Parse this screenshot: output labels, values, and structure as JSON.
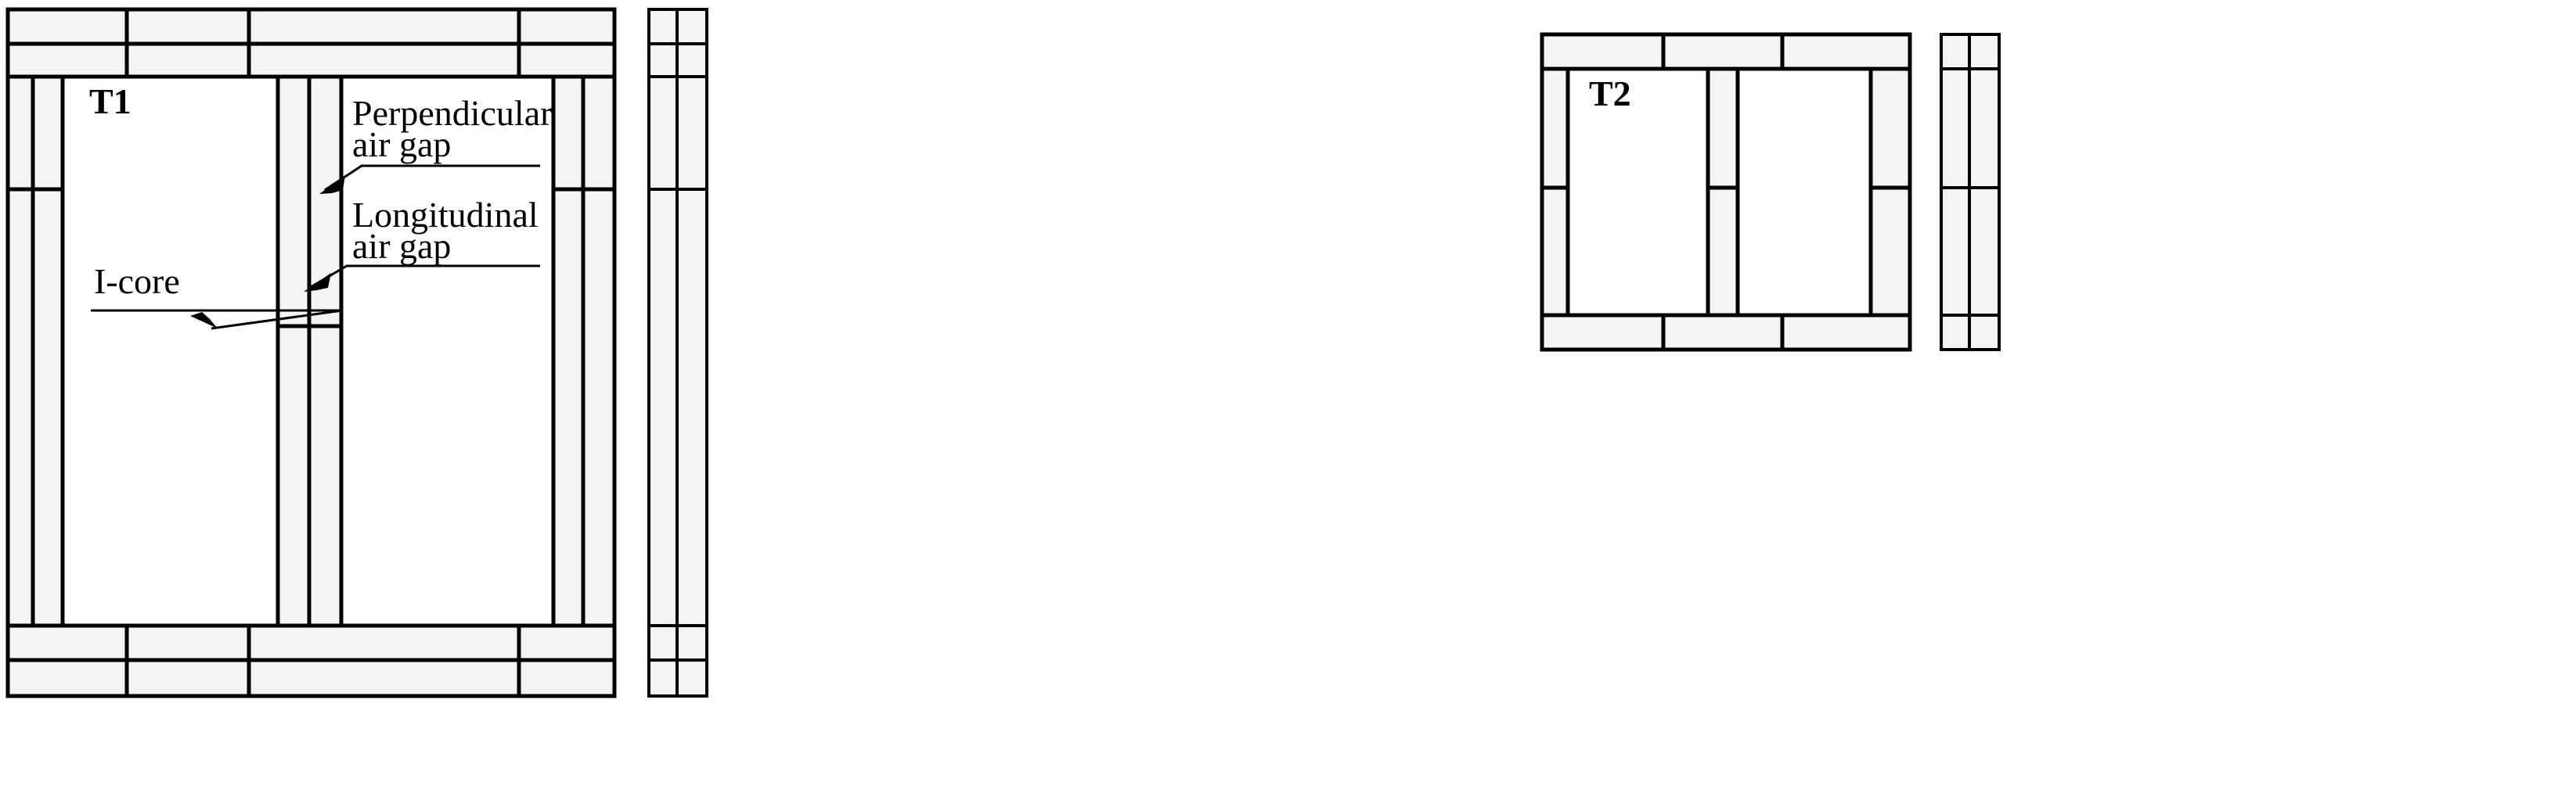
{
  "figure": {
    "type": "technical-diagram",
    "subject": "Magnetic core geometries with air gaps",
    "background_color": "#ffffff",
    "lamination_fill": "#f4f4f4",
    "line_color": "#000000"
  },
  "labels": {
    "core_t1": "T1",
    "core_t2": "T2",
    "perpendicular_air_gap_line1": "Perpendicular",
    "perpendicular_air_gap_line2": "air gap",
    "longitudinal_air_gap_line1": "Longitudinal",
    "longitudinal_air_gap_line2": "air gap",
    "i_core": "I-core"
  },
  "views": [
    {
      "name": "t1-front-view",
      "tag": "T1",
      "description": "E-core front view with stacked I-core yokes, outer limbs, and a split center limb",
      "features": [
        "perpendicular air gap",
        "longitudinal air gap",
        "I-core"
      ]
    },
    {
      "name": "t1-side-view",
      "description": "Narrow two-column side view of the T1 core stack"
    },
    {
      "name": "t2-front-view",
      "tag": "T2",
      "description": "Core front view with single yoke bands and unsplit center limb"
    },
    {
      "name": "t2-side-view",
      "description": "Narrow two-column side view of the T2 core stack"
    }
  ],
  "callouts": [
    {
      "id": "perpendicular-air-gap",
      "text": "Perpendicular air gap",
      "points_to": "horizontal gap across the T1 center limb"
    },
    {
      "id": "longitudinal-air-gap",
      "text": "Longitudinal air gap",
      "points_to": "vertical split running down the T1 center limb"
    },
    {
      "id": "i-core",
      "text": "I-core",
      "points_to": "bottom yoke lamination block of T1"
    }
  ]
}
